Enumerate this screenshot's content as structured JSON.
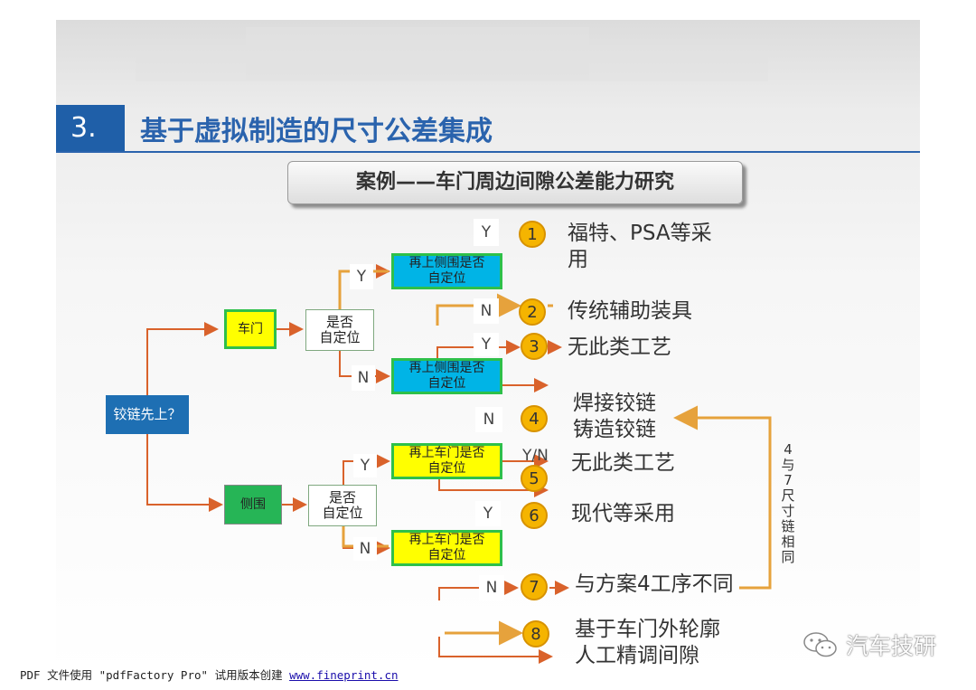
{
  "title": {
    "number": "3.",
    "text": "基于虚拟制造的尺寸公差集成"
  },
  "case_title": "案例——车门周边间隙公差能力研究",
  "diagram": {
    "root": "铰链先上？",
    "door": "车门",
    "side": "侧围",
    "self_locate_1": "是否\n自定位",
    "self_locate_2": "是否\n自定位",
    "q_side_y": "再上侧围是否\n自定位",
    "q_side_n": "再上侧围是否\n自定位",
    "q_door_y": "再上车门是否\n自定位",
    "q_door_n": "再上车门是否\n自定位",
    "labels": {
      "y1": "Y",
      "n1": "N",
      "y_top": "Y",
      "n_top": "N",
      "y_mid": "Y",
      "n_mid": "N",
      "y_b1": "Y",
      "n_b1": "N",
      "yn": "Y/N",
      "y6": "Y",
      "n7": "N"
    },
    "options": [
      {
        "num": "1",
        "text": "福特、PSA等采\n用"
      },
      {
        "num": "2",
        "text": "传统辅助装具"
      },
      {
        "num": "3",
        "text": "无此类工艺"
      },
      {
        "num": "4",
        "text": "焊接铰链\n铸造铰链"
      },
      {
        "num": "5",
        "text": "无此类工艺"
      },
      {
        "num": "6",
        "text": "现代等采用"
      },
      {
        "num": "7",
        "text": "与方案4工序不同"
      },
      {
        "num": "8",
        "text": "基于车门外轮廓\n人工精调间隙"
      }
    ],
    "side_note": "4与7尺寸链相同"
  },
  "footer": {
    "text": "PDF 文件使用 \"pdfFactory Pro\" 试用版本创建 ",
    "link": "www.fineprint.cn"
  },
  "brand": "汽车技研",
  "colors": {
    "accent_blue": "#1f5fa8",
    "arrow_orange": "#d9622b",
    "gold": "#f5b400"
  }
}
